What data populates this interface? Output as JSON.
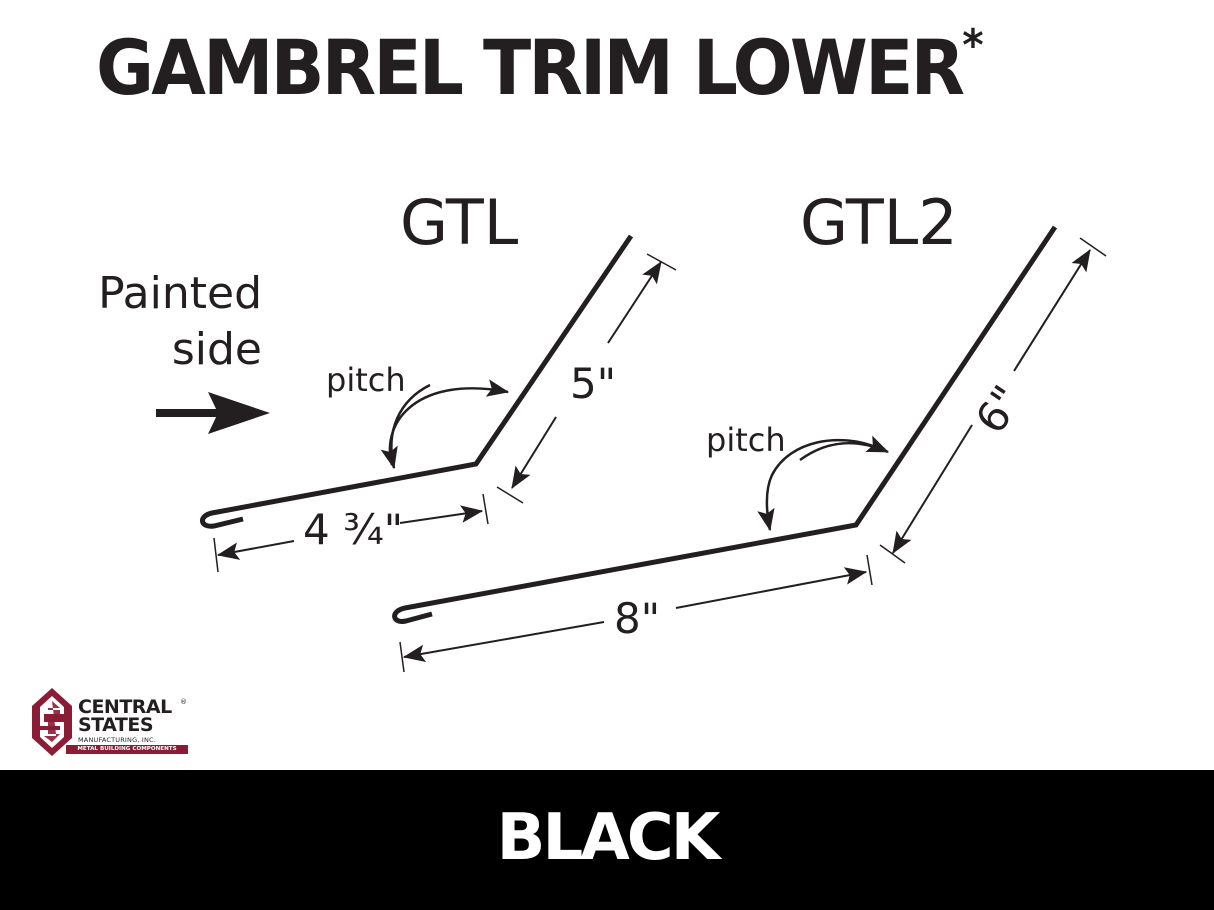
{
  "title": {
    "text": "GAMBREL TRIM LOWER",
    "footnote_mark": "*"
  },
  "painted_side": {
    "line1": "Painted",
    "line2": "side",
    "arrow_icon": "arrow-right-icon"
  },
  "profiles": [
    {
      "label": "GTL",
      "pitch_label": "pitch",
      "short_leg": "5\"",
      "long_leg": "4 ¾\""
    },
    {
      "label": "GTL2",
      "pitch_label": "pitch",
      "short_leg": "6\"",
      "long_leg": "8\""
    }
  ],
  "logo": {
    "line1": "CENTRAL",
    "registered": "®",
    "line2": "STATES",
    "subtitle": "MANUFACTURING, INC.",
    "tagline": "METAL BUILDING COMPONENTS",
    "brand_color": "#8b1c35"
  },
  "footer": {
    "color_name": "BLACK",
    "background": "#000000",
    "text_color": "#ffffff"
  },
  "colors": {
    "ink": "#231f20",
    "background": "#ffffff"
  }
}
